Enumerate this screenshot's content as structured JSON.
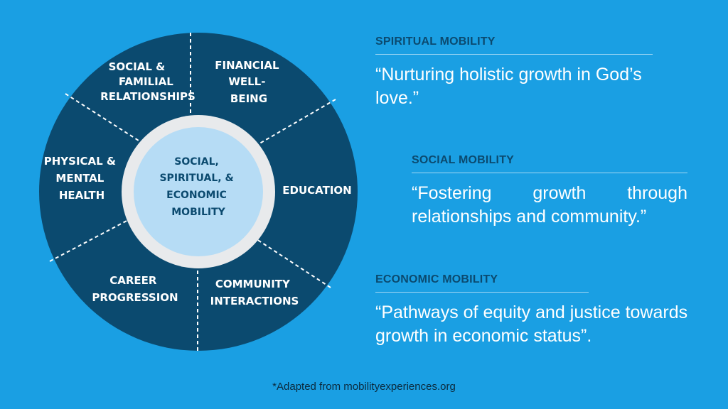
{
  "wheel": {
    "center_lines": [
      "SOCIAL,",
      "SPIRITUAL, &",
      "ECONOMIC",
      "MOBILITY"
    ],
    "segments": [
      {
        "lines": [
          "SOCIAL &",
          "FAMILIAL",
          "RELATIONSHIPS"
        ]
      },
      {
        "lines": [
          "FINANCIAL",
          "WELL-",
          "BEING"
        ]
      },
      {
        "lines": [
          "PHYSICAL &",
          "MENTAL",
          "HEALTH"
        ]
      },
      {
        "lines": [
          "EDUCATION"
        ]
      },
      {
        "lines": [
          "CAREER",
          "PROGRESSION"
        ]
      },
      {
        "lines": [
          "COMMUNITY",
          "INTERACTIONS"
        ]
      }
    ],
    "colors": {
      "outer": "#0b4a6f",
      "ring": "#e8eaec",
      "center": "#b6dcf5"
    }
  },
  "panels": [
    {
      "heading": "SPIRITUAL MOBILITY",
      "quote": "“Nurturing holistic growth in God’s love.”"
    },
    {
      "heading": "SOCIAL MOBILITY",
      "quote": "“Fostering growth through relationships and community.”"
    },
    {
      "heading": "ECONOMIC MOBILITY",
      "quote": "“Pathways of equity and justice towards growth in economic status”."
    }
  ],
  "footnote": "*Adapted from mobilityexperiences.org",
  "colors": {
    "background": "#1a9fe3",
    "heading": "#0b4a6f",
    "quote": "#ffffff"
  }
}
